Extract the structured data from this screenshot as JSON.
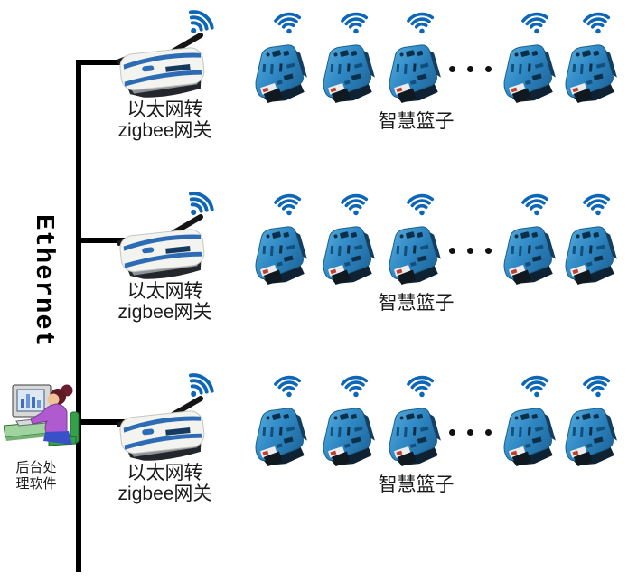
{
  "ethernet": {
    "label": "Ethernet"
  },
  "backend_software": {
    "label_line1": "后台处",
    "label_line2": "理软件",
    "full_label": "后台处理软件"
  },
  "rows": [
    {
      "gateway": {
        "label_line1": "以太网转",
        "label_line2": "zigbee网关"
      },
      "baskets": {
        "label": "智慧篮子",
        "visible_count": 5,
        "ellipsis": "···"
      }
    },
    {
      "gateway": {
        "label_line1": "以太网转",
        "label_line2": "zigbee网关"
      },
      "baskets": {
        "label": "智慧篮子",
        "visible_count": 5,
        "ellipsis": "···"
      }
    },
    {
      "gateway": {
        "label_line1": "以太网转",
        "label_line2": "zigbee网关"
      },
      "baskets": {
        "label": "智慧篮子",
        "visible_count": 5,
        "ellipsis": "···"
      }
    }
  ],
  "icons": {
    "wifi": "wifi-signal-icon",
    "gateway": "ethernet-zigbee-gateway-device",
    "basket": "smart-basket-device",
    "ellipsis": "more-devices-ellipsis",
    "operator": "operator-at-computer-clipart"
  },
  "colors": {
    "wifi_blue": "#0d67b6",
    "basket_blue": "#2f88c4",
    "gateway_stripe_blue": "#2d6cb5",
    "bus_line_black": "#000000",
    "text_black": "#1a1a1a"
  }
}
